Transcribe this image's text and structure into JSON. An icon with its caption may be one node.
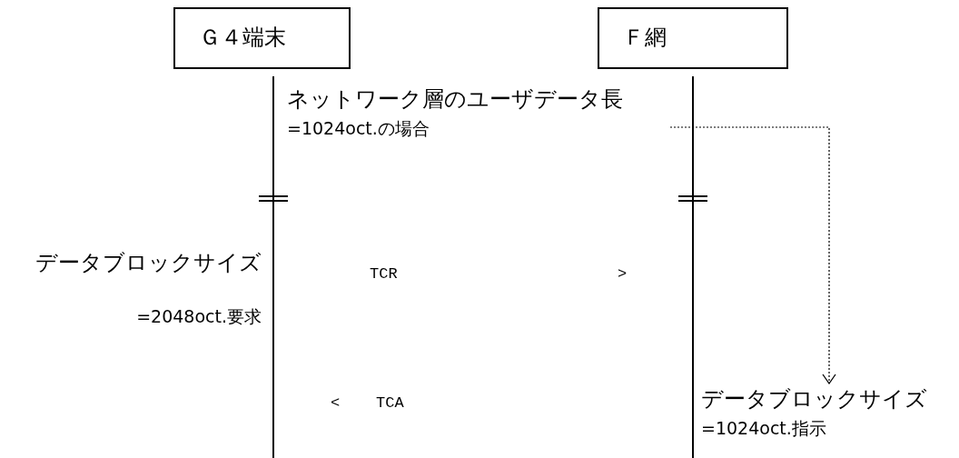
{
  "diagram": {
    "nodes": [
      {
        "text": [
          "Ｇ４端末"
        ]
      },
      {
        "text": [
          "Ｆ網"
        ]
      },
      {
        "text": [
          "ネットワーク層のユーザデータ長",
          "=1024oct.の場合"
        ]
      },
      {
        "text": [
          "データブロックサイズ",
          "=1024oct.指示"
        ]
      }
    ],
    "edges": [
      {
        "from": 2,
        "to": 3,
        "arrow": "to",
        "style": "dashed"
      }
    ],
    "labels": [
      "データブロックサイズ",
      "=2048oct.要求",
      "TCR",
      ">",
      "<",
      "TCA"
    ]
  }
}
